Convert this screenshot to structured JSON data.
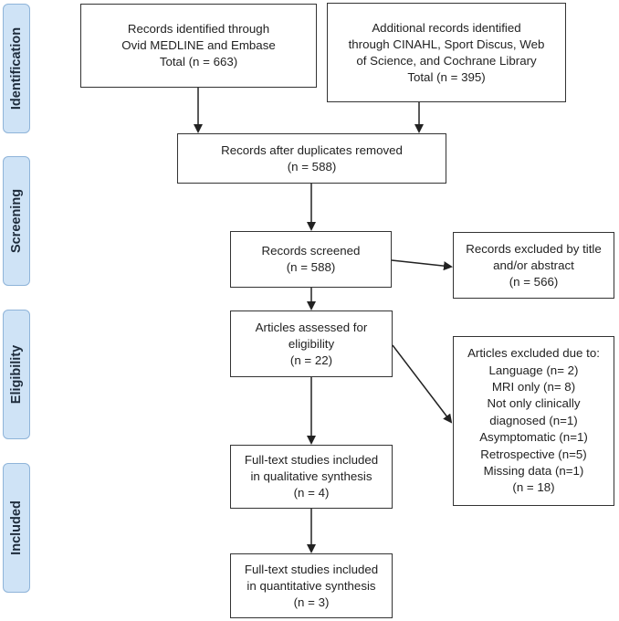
{
  "stages": {
    "identification": "Identification",
    "screening": "Screening",
    "eligibility": "Eligibility",
    "included": "Included"
  },
  "boxes": {
    "records_identified": {
      "lines": [
        "Records identified through",
        "Ovid MEDLINE and Embase",
        "Total (n = 663)"
      ]
    },
    "additional_records": {
      "lines": [
        "Additional records identified",
        "through CINAHL, Sport Discus, Web",
        "of Science, and Cochrane Library",
        "Total (n = 395)"
      ]
    },
    "after_duplicates": {
      "lines": [
        "Records after duplicates removed",
        "(n = 588)"
      ]
    },
    "records_screened": {
      "lines": [
        "Records screened",
        "(n = 588)"
      ]
    },
    "records_excluded": {
      "lines": [
        "Records excluded by title",
        "and/or abstract",
        "(n = 566)"
      ]
    },
    "assessed_eligibility": {
      "lines": [
        "Articles assessed for",
        "eligibility",
        "(n = 22)"
      ]
    },
    "articles_excluded": {
      "lines": [
        "Articles excluded due to:",
        "Language (n= 2)",
        "MRI only (n= 8)",
        "Not only clinically",
        "diagnosed (n=1)",
        "Asymptomatic (n=1)",
        "Retrospective (n=5)",
        "Missing data (n=1)",
        "(n = 18)"
      ]
    },
    "qualitative": {
      "lines": [
        "Full-text studies included",
        "in qualitative synthesis",
        "(n = 4)"
      ]
    },
    "quantitative": {
      "lines": [
        "Full-text studies included",
        "in quantitative synthesis",
        "(n = 3)"
      ]
    }
  },
  "colors": {
    "stage_fill": "#cfe3f6",
    "stage_border": "#8fb4d9",
    "box_border": "#333333",
    "arrow": "#222222"
  }
}
